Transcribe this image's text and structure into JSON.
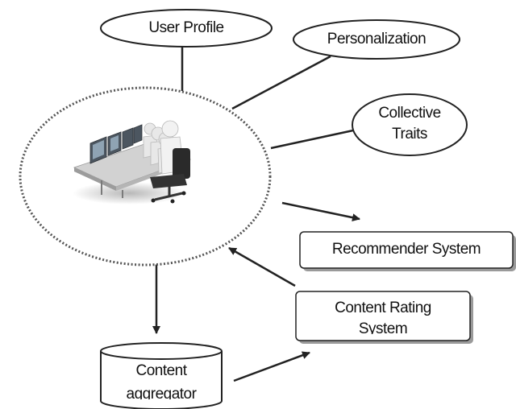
{
  "nodes": {
    "user_profile": "User Profile",
    "personalization": "Personalization",
    "collective_traits_line1": "Collective",
    "collective_traits_line2": "Traits",
    "recommender_system": "Recommender System",
    "content_rating_line1": "Content Rating",
    "content_rating_line2": "System",
    "content_aggregator_line1": "Content",
    "content_aggregator_line2": "aggregator"
  },
  "center_image": "users-at-computers-icon",
  "colors": {
    "line": "#222222",
    "dotted_border": "#555555",
    "box_shadow": "#9a9a9a"
  }
}
